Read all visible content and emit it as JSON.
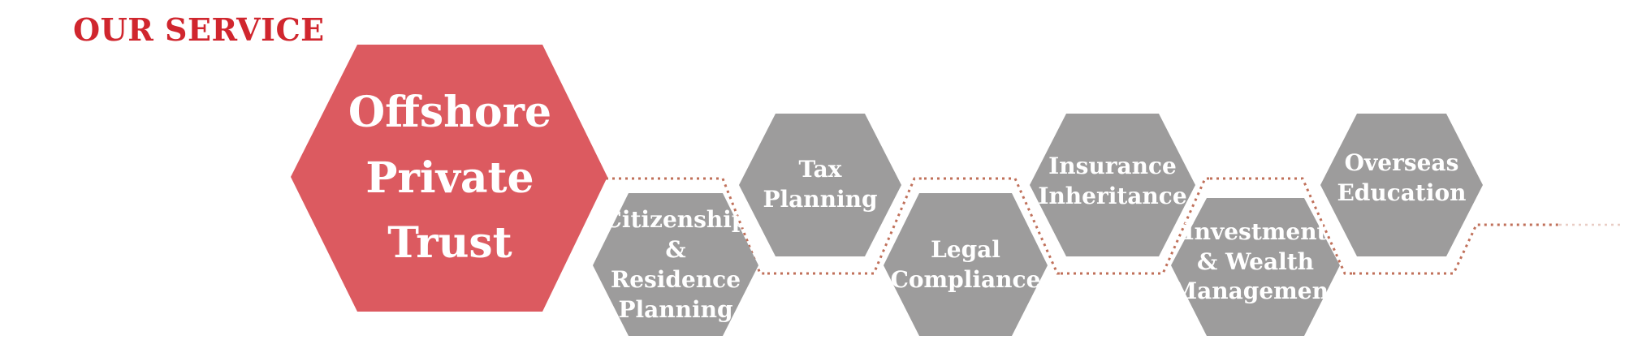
{
  "header": {
    "title": "OUR SERVICE"
  },
  "colors": {
    "title": "#d0262e",
    "main_hex": "#dc5a60",
    "service_hex": "#9d9c9c",
    "connector": "#c0705a",
    "text": "#ffffff"
  },
  "main_service": {
    "lines": [
      "Offshore",
      "Private",
      "Trust"
    ]
  },
  "services": [
    {
      "lines": [
        "Citizenship",
        "& Residence",
        "Planning"
      ]
    },
    {
      "lines": [
        "Tax",
        "Planning"
      ]
    },
    {
      "lines": [
        "Legal",
        "Compliance"
      ]
    },
    {
      "lines": [
        "Insurance",
        "Inheritance"
      ]
    },
    {
      "lines": [
        "Investment",
        "& Wealth",
        "Management"
      ]
    },
    {
      "lines": [
        "Overseas",
        "Education"
      ]
    }
  ]
}
